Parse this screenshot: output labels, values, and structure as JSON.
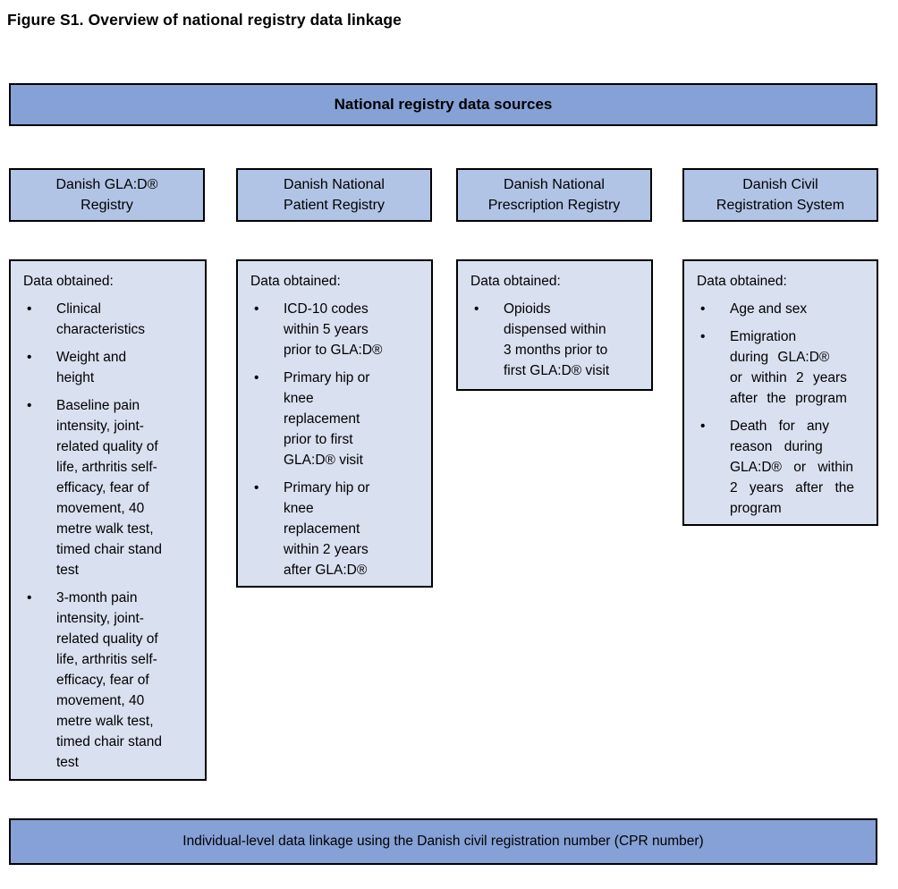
{
  "title": "Figure S1. Overview of national registry data linkage",
  "colors": {
    "banner_fill": "#85A1D6",
    "registry_name_fill": "#B1C4E5",
    "data_box_fill": "#D9E0EF",
    "border": "#000000",
    "text": "#000000",
    "page_background": "#FFFFFF"
  },
  "header": {
    "label": "National registry data sources"
  },
  "registries": [
    {
      "name": "Danish GLA:D®\nRegistry",
      "data_heading": "Data obtained:",
      "items": [
        "Clinical\ncharacteristics",
        "Weight and\nheight",
        "Baseline pain\nintensity, joint-\nrelated quality of\nlife, arthritis self-\nefficacy, fear of\nmovement, 40\nmetre walk test,\ntimed chair stand\ntest",
        "3-month pain\nintensity, joint-\nrelated quality of\nlife, arthritis self-\nefficacy, fear of\nmovement, 40\nmetre walk test,\ntimed chair stand\ntest"
      ]
    },
    {
      "name": "Danish National\nPatient Registry",
      "data_heading": "Data obtained:",
      "items": [
        "ICD-10 codes\nwithin 5 years\nprior to GLA:D®",
        "Primary hip or\nknee\nreplacement\nprior to first\nGLA:D® visit",
        "Primary hip or\nknee\nreplacement\nwithin 2 years\nafter GLA:D®"
      ]
    },
    {
      "name": "Danish National\nPrescription Registry",
      "data_heading": "Data obtained:",
      "items": [
        "Opioids\ndispensed within\n3 months prior to\nfirst GLA:D® visit"
      ]
    },
    {
      "name": "Danish Civil\nRegistration System",
      "data_heading": "Data obtained:",
      "items": [
        "Age and sex",
        "Emigration\nduring GLA:D®\nor within 2 years\nafter the program",
        "Death for any\nreason during\nGLA:D® or within\n2 years after the\nprogram"
      ]
    }
  ],
  "footer": {
    "label": "Individual-level data linkage using the Danish civil registration number (CPR number)"
  }
}
